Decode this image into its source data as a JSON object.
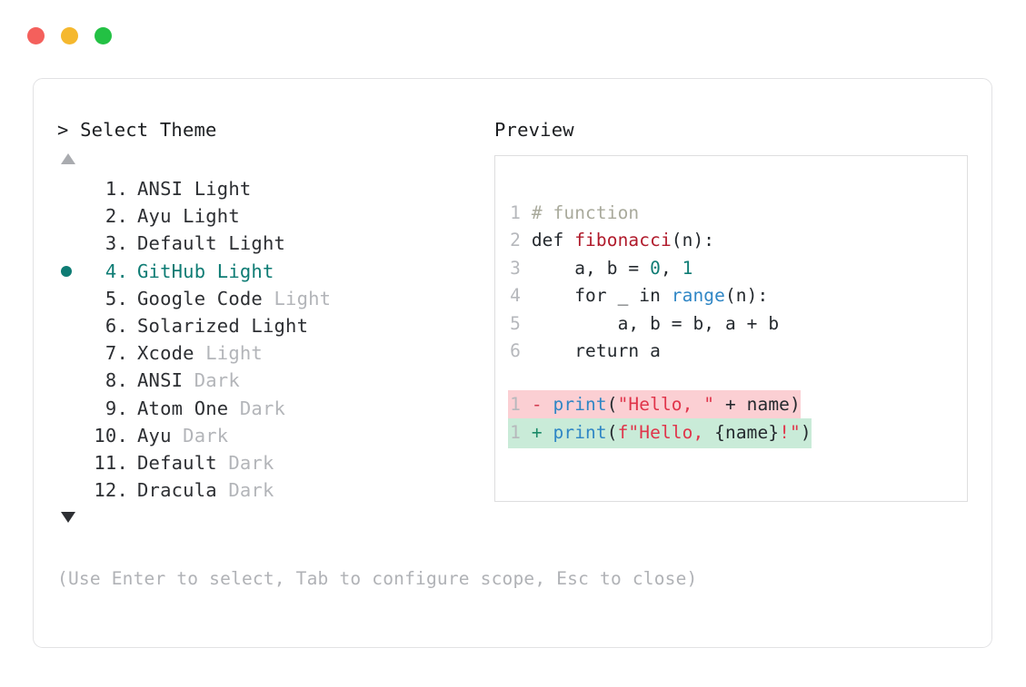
{
  "window": {
    "traffic_lights": [
      {
        "name": "close",
        "color": "#f4605c"
      },
      {
        "name": "minimize",
        "color": "#f5b82e"
      },
      {
        "name": "maximize",
        "color": "#23c144"
      }
    ]
  },
  "left_pane": {
    "header": "> Select Theme",
    "scroll_up_icon": "triangle-up",
    "scroll_down_icon": "triangle-down",
    "selected_index": 4,
    "selection_bullet": "●",
    "accent_color": "#0e7c74",
    "items": [
      {
        "number": " 1.",
        "name": "ANSI Light",
        "variant": "",
        "dim_variant": false
      },
      {
        "number": " 2.",
        "name": "Ayu Light",
        "variant": "",
        "dim_variant": false
      },
      {
        "number": " 3.",
        "name": "Default Light",
        "variant": "",
        "dim_variant": false
      },
      {
        "number": " 4.",
        "name": "GitHub Light",
        "variant": "",
        "dim_variant": false
      },
      {
        "number": " 5.",
        "name": "Google Code",
        "variant": " Light",
        "dim_variant": true
      },
      {
        "number": " 6.",
        "name": "Solarized Light",
        "variant": "",
        "dim_variant": false
      },
      {
        "number": " 7.",
        "name": "Xcode",
        "variant": " Light",
        "dim_variant": true
      },
      {
        "number": " 8.",
        "name": "ANSI",
        "variant": " Dark",
        "dim_variant": true
      },
      {
        "number": " 9.",
        "name": "Atom One",
        "variant": " Dark",
        "dim_variant": true
      },
      {
        "number": "10.",
        "name": "Ayu",
        "variant": " Dark",
        "dim_variant": true
      },
      {
        "number": "11.",
        "name": "Default",
        "variant": " Dark",
        "dim_variant": true
      },
      {
        "number": "12.",
        "name": "Dracula",
        "variant": " Dark",
        "dim_variant": true
      }
    ]
  },
  "right_pane": {
    "header": "Preview",
    "code_lines": [
      {
        "lno": "1",
        "tokens": [
          {
            "t": "# function",
            "c": "comment"
          }
        ]
      },
      {
        "lno": "2",
        "tokens": [
          {
            "t": "def ",
            "c": "default"
          },
          {
            "t": "fibonacci",
            "c": "func"
          },
          {
            "t": "(n):",
            "c": "default"
          }
        ]
      },
      {
        "lno": "3",
        "tokens": [
          {
            "t": "    a, b = ",
            "c": "default"
          },
          {
            "t": "0",
            "c": "num"
          },
          {
            "t": ", ",
            "c": "default"
          },
          {
            "t": "1",
            "c": "num"
          }
        ]
      },
      {
        "lno": "4",
        "tokens": [
          {
            "t": "    for _ in ",
            "c": "default"
          },
          {
            "t": "range",
            "c": "builtin"
          },
          {
            "t": "(n):",
            "c": "default"
          }
        ]
      },
      {
        "lno": "5",
        "tokens": [
          {
            "t": "        a, b = b, a + b",
            "c": "default"
          }
        ]
      },
      {
        "lno": "6",
        "tokens": [
          {
            "t": "    return a",
            "c": "default"
          }
        ]
      }
    ],
    "diff_lines": [
      {
        "kind": "del",
        "lno": "1",
        "marker": "-",
        "bg_color": "#fbcfd3",
        "tokens": [
          {
            "t": "print",
            "c": "builtin"
          },
          {
            "t": "(",
            "c": "default"
          },
          {
            "t": "\"Hello, \"",
            "c": "string"
          },
          {
            "t": " + name)",
            "c": "default"
          }
        ]
      },
      {
        "kind": "add",
        "lno": "1",
        "marker": "+",
        "bg_color": "#c9ebd8",
        "tokens": [
          {
            "t": "print",
            "c": "builtin"
          },
          {
            "t": "(",
            "c": "default"
          },
          {
            "t": "f\"Hello, ",
            "c": "string"
          },
          {
            "t": "{name}",
            "c": "default"
          },
          {
            "t": "!\"",
            "c": "string"
          },
          {
            "t": ")",
            "c": "default"
          }
        ]
      }
    ]
  },
  "footer": {
    "hint": "(Use Enter to select, Tab to configure scope, Esc to close)"
  }
}
